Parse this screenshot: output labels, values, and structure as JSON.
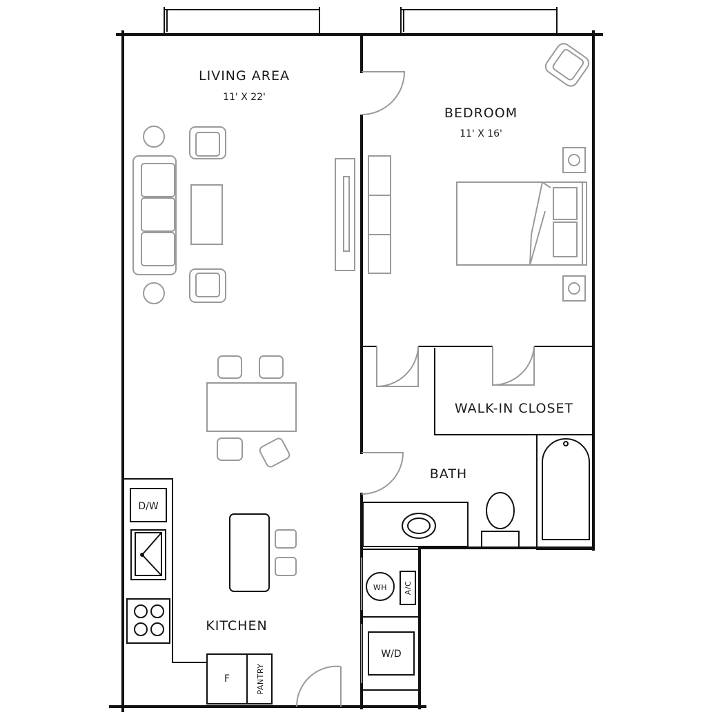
{
  "rooms": {
    "living": {
      "name": "LIVING AREA",
      "size": "11' X 22'"
    },
    "bedroom": {
      "name": "BEDROOM",
      "size": "11' X 16'"
    },
    "closet": {
      "name": "WALK-IN CLOSET"
    },
    "bath": {
      "name": "BATH"
    },
    "kitchen": {
      "name": "KITCHEN"
    }
  },
  "fixtures": {
    "dishwasher": "D/W",
    "fridge": "F",
    "pantry": "PANTRY",
    "water_heater": "WH",
    "ac": "A/C",
    "washer_dryer": "W/D"
  },
  "colors": {
    "walls": "#111111",
    "furniture": "#9a9a9a",
    "background": "#ffffff"
  }
}
